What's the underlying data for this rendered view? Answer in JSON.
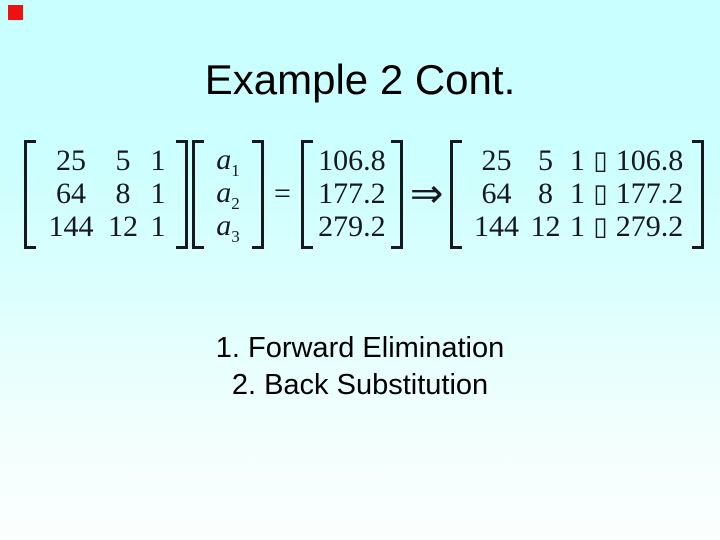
{
  "slide": {
    "title": "Example 2 Cont.",
    "steps": [
      "1. Forward Elimination",
      "2. Back Substitution"
    ]
  },
  "equation": {
    "coefficient_matrix": [
      [
        "25",
        "5",
        "1"
      ],
      [
        "64",
        "8",
        "1"
      ],
      [
        "144",
        "12",
        "1"
      ]
    ],
    "unknown_vector": [
      {
        "base": "a",
        "sub": "1"
      },
      {
        "base": "a",
        "sub": "2"
      },
      {
        "base": "a",
        "sub": "3"
      }
    ],
    "equals_sign": "=",
    "rhs_vector": [
      "106.8",
      "177.2",
      "279.2"
    ],
    "implies_arrow": "⇒",
    "augmented_matrix": {
      "rows": [
        [
          "25",
          "5",
          "1",
          "▯",
          "106.8"
        ],
        [
          "64",
          "8",
          "1",
          "▯",
          "177.2"
        ],
        [
          "144",
          "12",
          "1",
          "▯",
          "279.2"
        ]
      ]
    }
  },
  "colors": {
    "background_top": "#ccffff",
    "background_bottom": "#fcfffe",
    "math_ink": "#181820",
    "text": "#000000",
    "marker_red": "#ee1111"
  }
}
